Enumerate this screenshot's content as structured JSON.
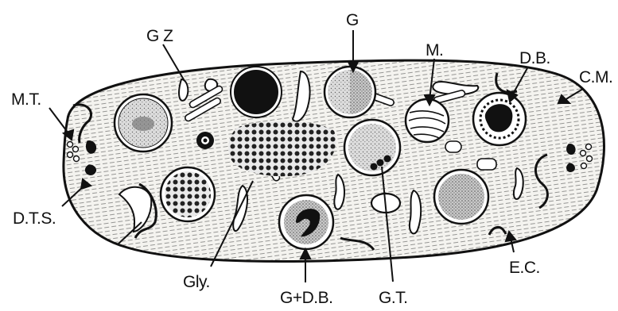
{
  "figure": {
    "labels": {
      "gz": "G Z",
      "g": "G",
      "m": "M.",
      "db": "D.B.",
      "cm": "C.M.",
      "mt": "M.T.",
      "dts": "D.T.S.",
      "gly": "Gly.",
      "gdb": "G+D.B.",
      "gt": "G.T.",
      "ec": "E.C."
    }
  }
}
